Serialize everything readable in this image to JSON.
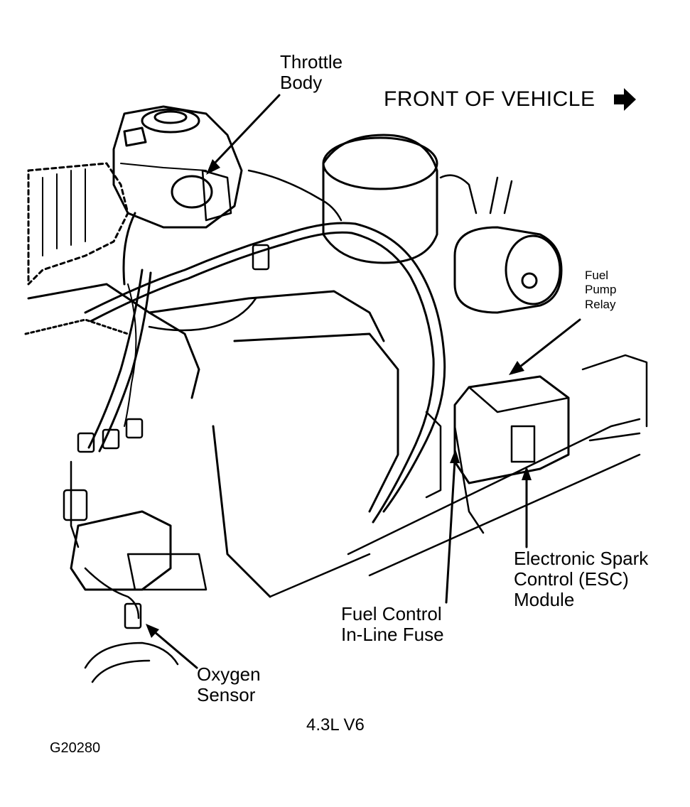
{
  "front_of_vehicle": "FRONT OF VEHICLE",
  "labels": {
    "throttle_body": [
      "Throttle",
      "Body"
    ],
    "fuel_pump_relay": [
      "Fuel",
      "Pump",
      "Relay"
    ],
    "esc_module": [
      "Electronic Spark",
      "Control (ESC)",
      "Module"
    ],
    "fuel_control_fuse": [
      "Fuel Control",
      "In-Line Fuse"
    ],
    "oxygen_sensor": [
      "Oxygen",
      "Sensor"
    ]
  },
  "caption": "4.3L V6",
  "figure_code": "G20280",
  "colors": {
    "ink": "#000000",
    "paper": "#ffffff"
  }
}
